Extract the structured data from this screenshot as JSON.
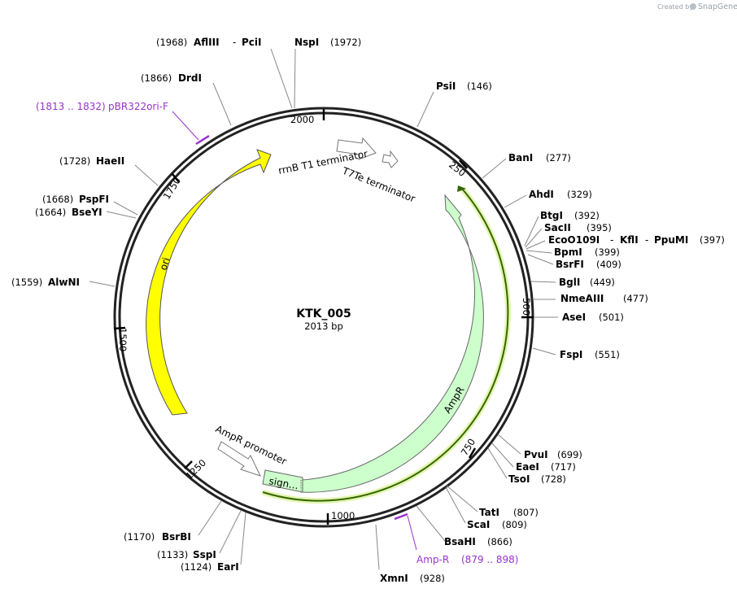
{
  "credit": {
    "prefix": "Created by",
    "brand": "SnapGene"
  },
  "plasmid": {
    "name": "KTK_005",
    "size": "2013 bp"
  },
  "colors": {
    "backbone": "#222222",
    "ori": "#ffff00",
    "ampr": "#ccffcc",
    "primer": "#9933cc",
    "primer_highlight": "#e4f5b0",
    "primer_arrow": "#336600"
  },
  "ticks": [
    "250",
    "500",
    "750",
    "1000",
    "1250",
    "1500",
    "1750",
    "2000"
  ],
  "features": {
    "ori": "ori",
    "ampr": "AmpR",
    "signal": "sign…",
    "ampr_promoter": "AmpR promoter",
    "rrnb_t1": "rrnB T1 terminator",
    "t7te": "T7Te terminator"
  },
  "enzymes": [
    {
      "id": "psi",
      "name": "PsiI",
      "pos": "(146)"
    },
    {
      "id": "ban",
      "name": "BanI",
      "pos": "(277)"
    },
    {
      "id": "ahd",
      "name": "AhdI",
      "pos": "(329)"
    },
    {
      "id": "btg",
      "name": "BtgI",
      "pos": "(392)"
    },
    {
      "id": "sac",
      "name": "SacII",
      "pos": "(395)"
    },
    {
      "id": "eco",
      "name": "EcoO109I",
      "name2": "KflI",
      "name3": "PpuMI",
      "pos": "(397)"
    },
    {
      "id": "bpm",
      "name": "BpmI",
      "pos": "(399)"
    },
    {
      "id": "bsrf",
      "name": "BsrFI",
      "pos": "(409)"
    },
    {
      "id": "bgl",
      "name": "BglI",
      "pos": "(449)"
    },
    {
      "id": "nme",
      "name": "NmeAIII",
      "pos": "(477)"
    },
    {
      "id": "ase",
      "name": "AseI",
      "pos": "(501)"
    },
    {
      "id": "fsp",
      "name": "FspI",
      "pos": "(551)"
    },
    {
      "id": "pvu",
      "name": "PvuI",
      "pos": "(699)"
    },
    {
      "id": "eae",
      "name": "EaeI",
      "pos": "(717)"
    },
    {
      "id": "tso",
      "name": "TsoI",
      "pos": "(728)"
    },
    {
      "id": "tat",
      "name": "TatI",
      "pos": "(807)"
    },
    {
      "id": "sca",
      "name": "ScaI",
      "pos": "(809)"
    },
    {
      "id": "bsah",
      "name": "BsaHI",
      "pos": "(866)"
    },
    {
      "id": "xmn",
      "name": "XmnI",
      "pos": "(928)"
    },
    {
      "id": "bsrb",
      "name": "BsrBI",
      "pos": "(1170)"
    },
    {
      "id": "ssp",
      "name": "SspI",
      "pos": "(1133)"
    },
    {
      "id": "ear",
      "name": "EarI",
      "pos": "(1124)"
    },
    {
      "id": "alwn",
      "name": "AlwNI",
      "pos": "(1559)"
    },
    {
      "id": "bsey",
      "name": "BseYI",
      "pos": "(1664)"
    },
    {
      "id": "pspf",
      "name": "PspFI",
      "pos": "(1668)"
    },
    {
      "id": "hae",
      "name": "HaeII",
      "pos": "(1728)"
    },
    {
      "id": "drd",
      "name": "DrdI",
      "pos": "(1866)"
    },
    {
      "id": "afl",
      "name": "AflIII",
      "name2": "PciI",
      "pos": "(1968)"
    },
    {
      "id": "nsp",
      "name": "NspI",
      "pos": "(1972)"
    }
  ],
  "primers": [
    {
      "id": "pbr",
      "name": "pBR322ori-F",
      "range": "(1813 .. 1832)"
    },
    {
      "id": "ampr",
      "name": "Amp-R",
      "range": "(879 .. 898)"
    }
  ]
}
